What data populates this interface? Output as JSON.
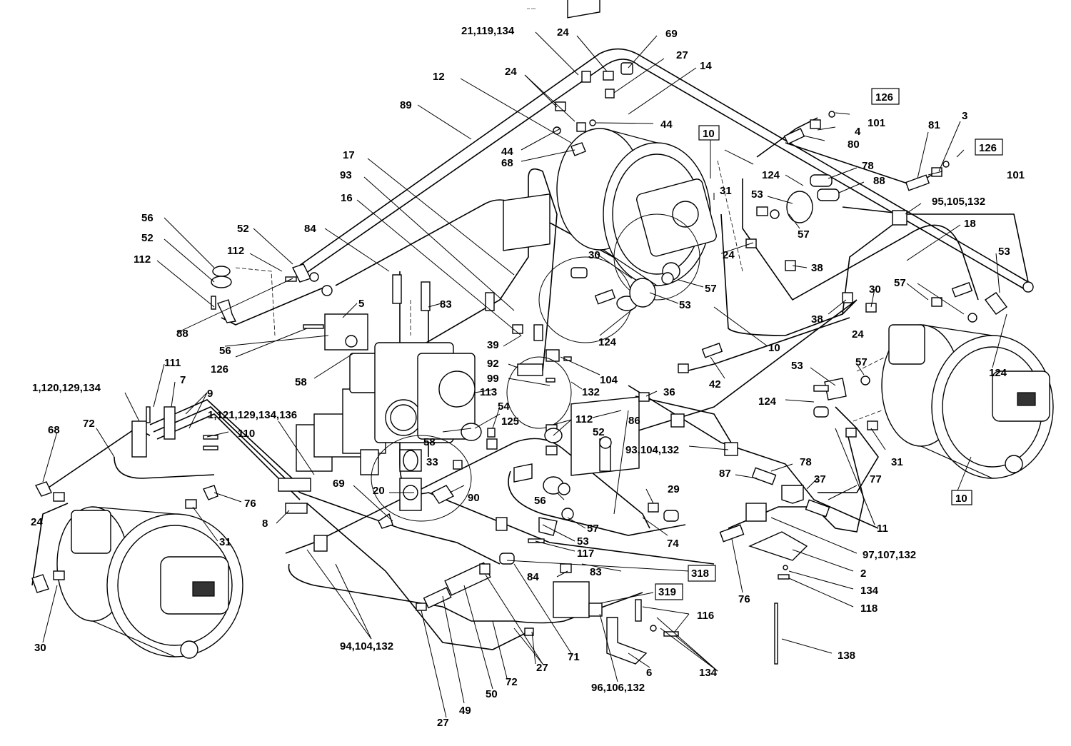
{
  "callouts": [
    {
      "text": "21,119,134"
    },
    {
      "text": "24"
    },
    {
      "text": "69"
    },
    {
      "text": "27"
    },
    {
      "text": "14"
    },
    {
      "text": "12"
    },
    {
      "text": "24"
    },
    {
      "text": "126"
    },
    {
      "text": "101"
    },
    {
      "text": "89"
    },
    {
      "text": "44"
    },
    {
      "text": "4"
    },
    {
      "text": "44"
    },
    {
      "text": "68"
    },
    {
      "text": "10"
    },
    {
      "text": "80"
    },
    {
      "text": "81"
    },
    {
      "text": "3"
    },
    {
      "text": "126"
    },
    {
      "text": "101"
    },
    {
      "text": "17"
    },
    {
      "text": "93"
    },
    {
      "text": "124"
    },
    {
      "text": "78"
    },
    {
      "text": "88"
    },
    {
      "text": "16"
    },
    {
      "text": "31"
    },
    {
      "text": "53"
    },
    {
      "text": "95,105,132"
    },
    {
      "text": "57"
    },
    {
      "text": "18"
    },
    {
      "text": "56"
    },
    {
      "text": "52"
    },
    {
      "text": "84"
    },
    {
      "text": "52"
    },
    {
      "text": "112"
    },
    {
      "text": "112"
    },
    {
      "text": "30"
    },
    {
      "text": "24"
    },
    {
      "text": "53"
    },
    {
      "text": "38"
    },
    {
      "text": "57"
    },
    {
      "text": "57"
    },
    {
      "text": "30"
    },
    {
      "text": "5"
    },
    {
      "text": "83"
    },
    {
      "text": "53"
    },
    {
      "text": "38"
    },
    {
      "text": "88"
    },
    {
      "text": "56"
    },
    {
      "text": "126"
    },
    {
      "text": "124"
    },
    {
      "text": "10"
    },
    {
      "text": "24"
    },
    {
      "text": "124"
    },
    {
      "text": "39"
    },
    {
      "text": "92"
    },
    {
      "text": "99"
    },
    {
      "text": "58"
    },
    {
      "text": "104"
    },
    {
      "text": "42"
    },
    {
      "text": "53"
    },
    {
      "text": "57"
    },
    {
      "text": "111"
    },
    {
      "text": "113"
    },
    {
      "text": "7"
    },
    {
      "text": "132"
    },
    {
      "text": "36"
    },
    {
      "text": "1,120,129,134"
    },
    {
      "text": "9"
    },
    {
      "text": "1,121,129,134,136"
    },
    {
      "text": "54"
    },
    {
      "text": "125"
    },
    {
      "text": "124"
    },
    {
      "text": "68"
    },
    {
      "text": "72"
    },
    {
      "text": "110"
    },
    {
      "text": "112"
    },
    {
      "text": "86"
    },
    {
      "text": "31"
    },
    {
      "text": "58"
    },
    {
      "text": "52"
    },
    {
      "text": "93,104,132"
    },
    {
      "text": "33"
    },
    {
      "text": "78"
    },
    {
      "text": "10"
    },
    {
      "text": "87"
    },
    {
      "text": "37"
    },
    {
      "text": "77"
    },
    {
      "text": "69"
    },
    {
      "text": "20"
    },
    {
      "text": "90"
    },
    {
      "text": "56"
    },
    {
      "text": "29"
    },
    {
      "text": "24"
    },
    {
      "text": "76"
    },
    {
      "text": "8"
    },
    {
      "text": "57"
    },
    {
      "text": "74"
    },
    {
      "text": "11"
    },
    {
      "text": "31"
    },
    {
      "text": "53"
    },
    {
      "text": "97,107,132"
    },
    {
      "text": "117"
    },
    {
      "text": "2"
    },
    {
      "text": "84"
    },
    {
      "text": "83"
    },
    {
      "text": "318"
    },
    {
      "text": "134"
    },
    {
      "text": "319"
    },
    {
      "text": "118"
    },
    {
      "text": "76"
    },
    {
      "text": "116"
    },
    {
      "text": "30"
    },
    {
      "text": "94,104,132"
    },
    {
      "text": "138"
    },
    {
      "text": "27"
    },
    {
      "text": "71"
    },
    {
      "text": "134"
    },
    {
      "text": "72"
    },
    {
      "text": "6"
    },
    {
      "text": "96,106,132"
    },
    {
      "text": "50"
    },
    {
      "text": "27"
    },
    {
      "text": "49"
    }
  ]
}
